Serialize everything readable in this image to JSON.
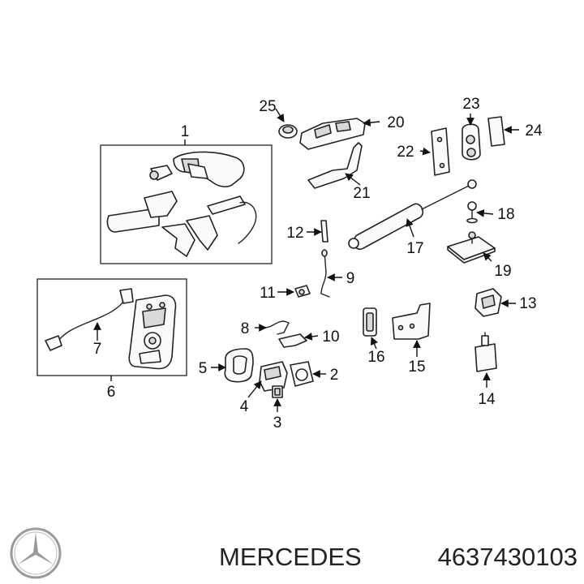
{
  "brand": "MERCEDES",
  "part_number": "4637430103",
  "logo_icon": "mercedes-star-icon",
  "callouts": {
    "c1": "1",
    "c2": "2",
    "c3": "3",
    "c4": "4",
    "c5": "5",
    "c6": "6",
    "c7": "7",
    "c8": "8",
    "c9": "9",
    "c10": "10",
    "c11": "11",
    "c12": "12",
    "c13": "13",
    "c14": "14",
    "c15": "15",
    "c16": "16",
    "c17": "17",
    "c18": "18",
    "c19": "19",
    "c20": "20",
    "c21": "21",
    "c22": "22",
    "c23": "23",
    "c24": "24",
    "c25": "25"
  }
}
